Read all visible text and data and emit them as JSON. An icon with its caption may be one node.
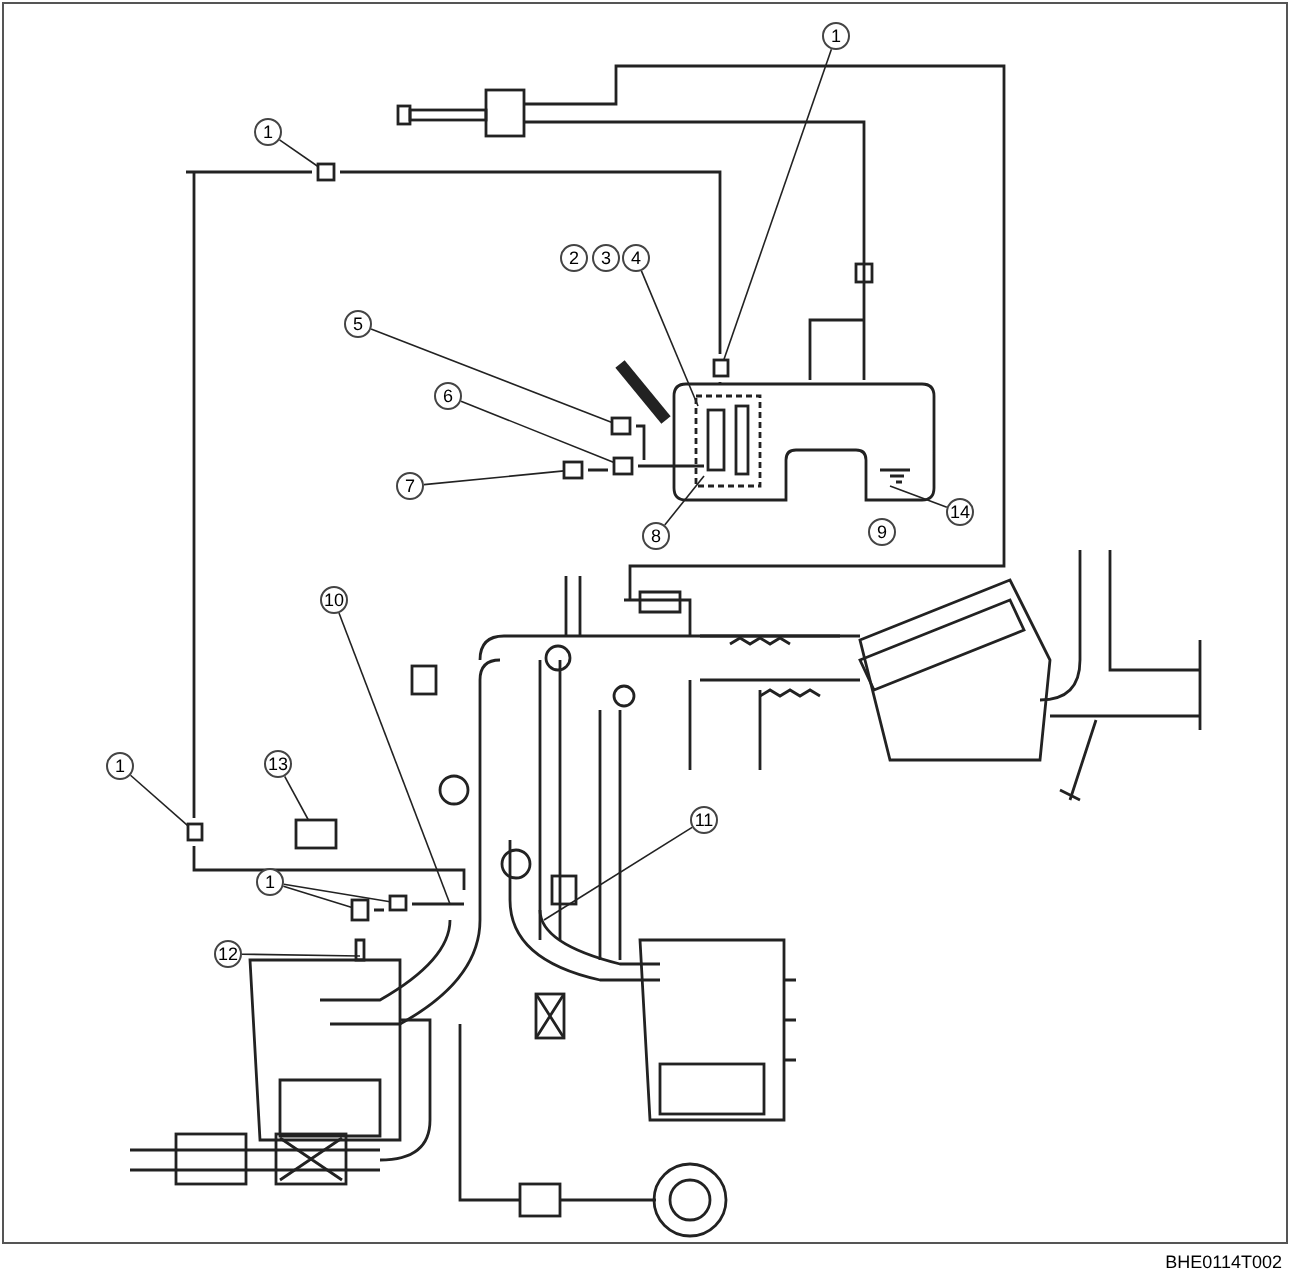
{
  "diagram": {
    "nodes": [
      {
        "text": [
          "1"
        ]
      },
      {
        "text": [
          "1"
        ]
      },
      {
        "text": [
          "2"
        ]
      },
      {
        "text": [
          "3"
        ]
      },
      {
        "text": [
          "4"
        ]
      },
      {
        "text": [
          "5"
        ]
      },
      {
        "text": [
          "6"
        ]
      },
      {
        "text": [
          "7"
        ]
      },
      {
        "text": [
          "14"
        ]
      },
      {
        "text": [
          "9"
        ]
      },
      {
        "text": [
          "8"
        ]
      },
      {
        "text": [
          "10"
        ]
      },
      {
        "text": [
          "13"
        ]
      },
      {
        "text": [
          "1"
        ]
      },
      {
        "text": [
          "11"
        ]
      },
      {
        "text": [
          "1"
        ]
      },
      {
        "text": [
          "12"
        ]
      },
      {
        "text": [],
        "shape": "box"
      },
      {
        "text": [],
        "shape": "box"
      },
      {
        "text": [],
        "shape": "box"
      },
      {
        "text": [],
        "shape": "box"
      },
      {
        "text": [],
        "shape": "box"
      },
      {
        "text": [],
        "shape": "box"
      },
      {
        "text": [],
        "shape": "box"
      },
      {
        "text": [],
        "shape": "box"
      },
      {
        "text": [],
        "shape": "box"
      }
    ],
    "edges": [
      {
        "from": 0,
        "to": 18,
        "arrow": "none"
      },
      {
        "from": 1,
        "to": 17,
        "arrow": "none"
      },
      {
        "from": 4,
        "to": null,
        "arrow": "none"
      },
      {
        "from": 5,
        "to": 19,
        "arrow": "none"
      },
      {
        "from": 6,
        "to": 20,
        "arrow": "none"
      },
      {
        "from": 7,
        "to": 21,
        "arrow": "none"
      },
      {
        "from": 8,
        "to": null,
        "arrow": "none"
      },
      {
        "from": 10,
        "to": null,
        "arrow": "none"
      },
      {
        "from": 11,
        "to": null,
        "arrow": "none"
      },
      {
        "from": 12,
        "to": 22,
        "arrow": "none"
      },
      {
        "from": 13,
        "to": 23,
        "arrow": "none"
      },
      {
        "from": 14,
        "to": null,
        "arrow": "none"
      },
      {
        "from": 15,
        "to": 24,
        "arrow": "none"
      },
      {
        "from": 15,
        "to": 25,
        "arrow": "none"
      },
      {
        "from": 16,
        "to": null,
        "arrow": "none"
      }
    ],
    "labels": [
      "BHE0114T002"
    ]
  }
}
